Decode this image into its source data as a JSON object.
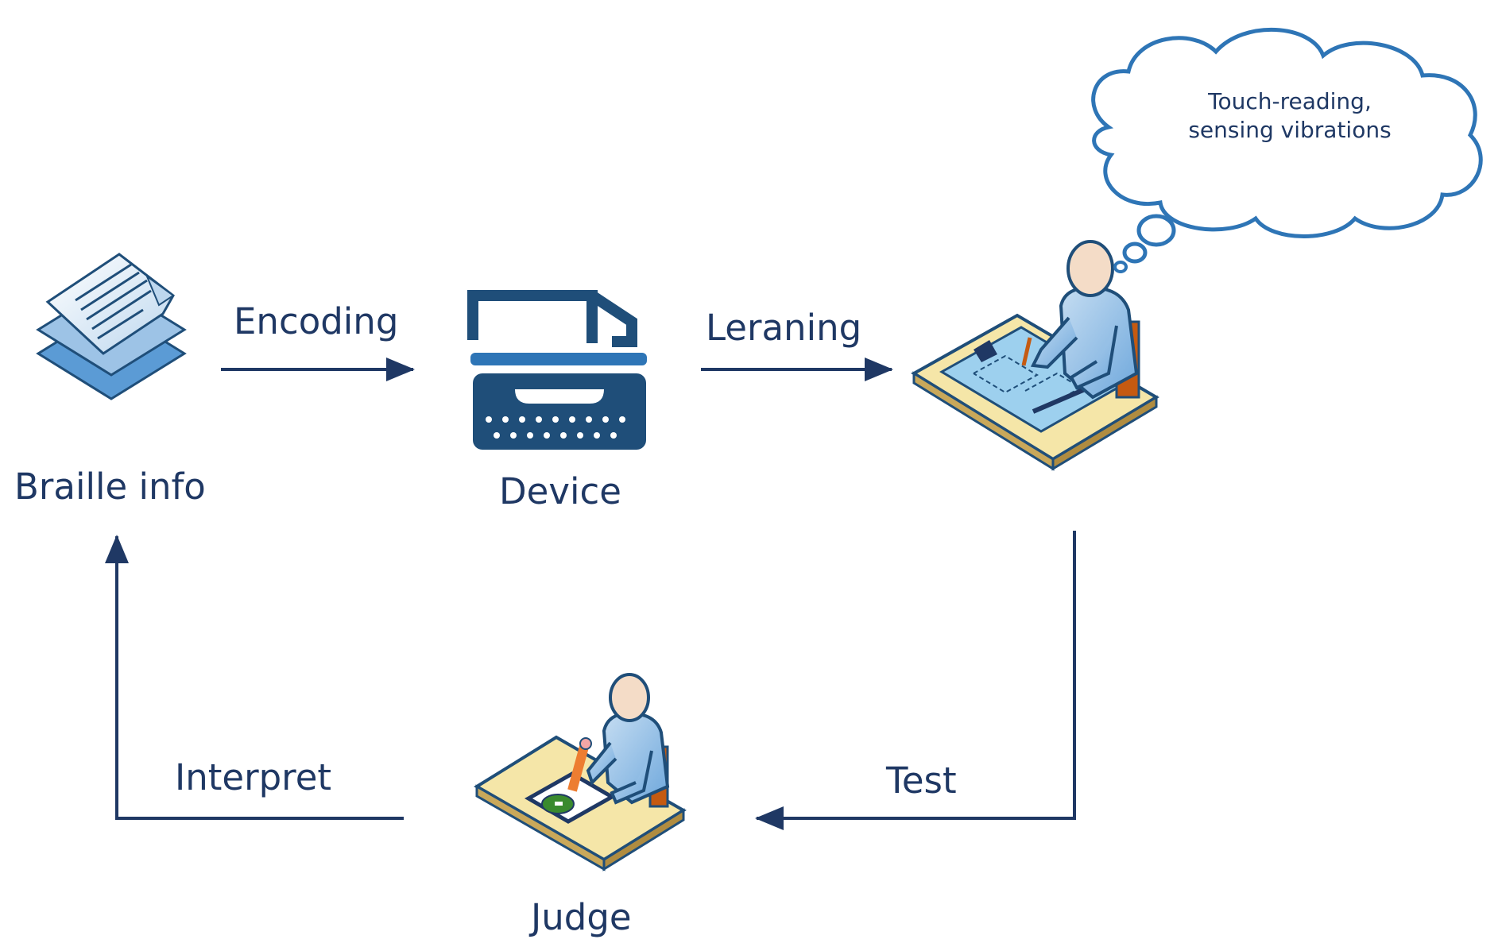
{
  "nodes": {
    "braille_info": {
      "label": "Braille info",
      "icon": "document-stack-icon"
    },
    "device": {
      "label": "Device",
      "icon": "braille-typewriter-icon"
    },
    "learner": {
      "label": "",
      "icon": "person-at-desk-drawing-icon"
    },
    "judge": {
      "label": "Judge",
      "icon": "person-at-desk-grading-icon"
    }
  },
  "edges": {
    "encoding": {
      "label": "Encoding"
    },
    "learning": {
      "label": "Leraning"
    },
    "test": {
      "label": "Test"
    },
    "interpret": {
      "label": "Interpret"
    }
  },
  "thought_bubble": {
    "line1": "Touch-reading,",
    "line2": "sensing vibrations"
  },
  "colors": {
    "arrow": "#1f3864",
    "text": "#1f3864",
    "device": "#1f4e79",
    "cloud_stroke": "#2e75b6",
    "paper_fill": "#deebf7",
    "desk": "#f5e6a8",
    "person": "#9dc3e6"
  }
}
